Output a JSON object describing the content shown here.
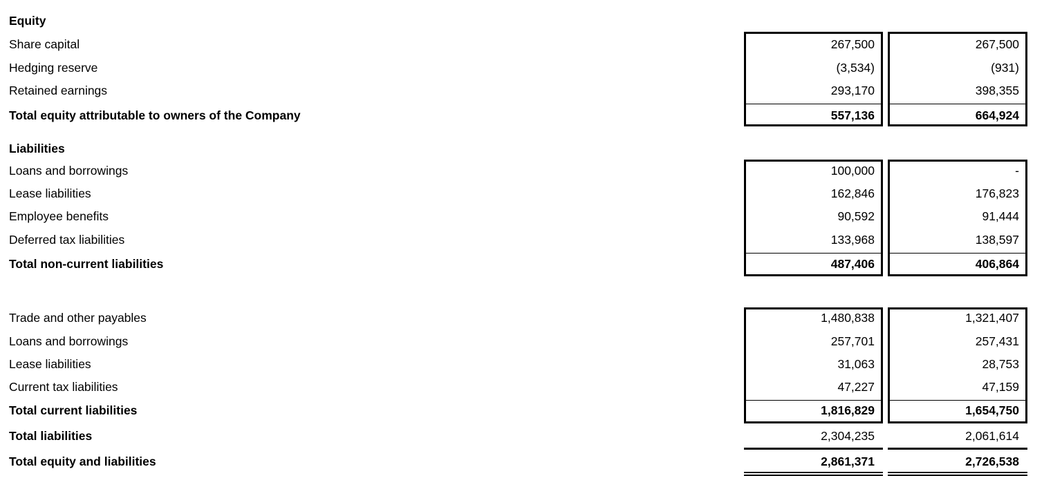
{
  "document": {
    "type": "financial-statement",
    "statement": "statement-of-financial-position",
    "columns": [
      "current-period",
      "prior-period"
    ]
  },
  "sections": [
    {
      "heading": "Equity",
      "rows": [
        {
          "label": "Share capital",
          "c1": "267,500",
          "c2": "267,500"
        },
        {
          "label": "Hedging reserve",
          "c1": "(3,534)",
          "c2": "(931)"
        },
        {
          "label": "Retained earnings",
          "c1": "293,170",
          "c2": "398,355"
        }
      ],
      "total": {
        "label": "Total equity attributable to owners of the Company",
        "c1": "557,136",
        "c2": "664,924"
      }
    },
    {
      "heading": "Liabilities",
      "rows": [
        {
          "label": "Loans and borrowings",
          "c1": "100,000",
          "c2": "-"
        },
        {
          "label": "Lease liabilities",
          "c1": "162,846",
          "c2": "176,823"
        },
        {
          "label": "Employee benefits",
          "c1": "90,592",
          "c2": "91,444"
        },
        {
          "label": "Deferred tax liabilities",
          "c1": "133,968",
          "c2": "138,597"
        }
      ],
      "total": {
        "label": "Total non-current liabilities",
        "c1": "487,406",
        "c2": "406,864"
      }
    },
    {
      "heading": "",
      "rows": [
        {
          "label": "Trade and other payables",
          "c1": "1,480,838",
          "c2": "1,321,407"
        },
        {
          "label": "Loans and borrowings",
          "c1": "257,701",
          "c2": "257,431"
        },
        {
          "label": "Lease liabilities",
          "c1": "31,063",
          "c2": "28,753"
        },
        {
          "label": "Current tax liabilities",
          "c1": "47,227",
          "c2": "47,159"
        }
      ],
      "total": {
        "label": "Total current liabilities",
        "c1": "1,816,829",
        "c2": "1,654,750"
      }
    }
  ],
  "grand_totals": [
    {
      "label": "Total liabilities",
      "c1": "2,304,235",
      "c2": "2,061,614",
      "style": "single-rule"
    },
    {
      "label": "Total equity and liabilities",
      "c1": "2,861,371",
      "c2": "2,726,538",
      "style": "double-rule"
    }
  ]
}
